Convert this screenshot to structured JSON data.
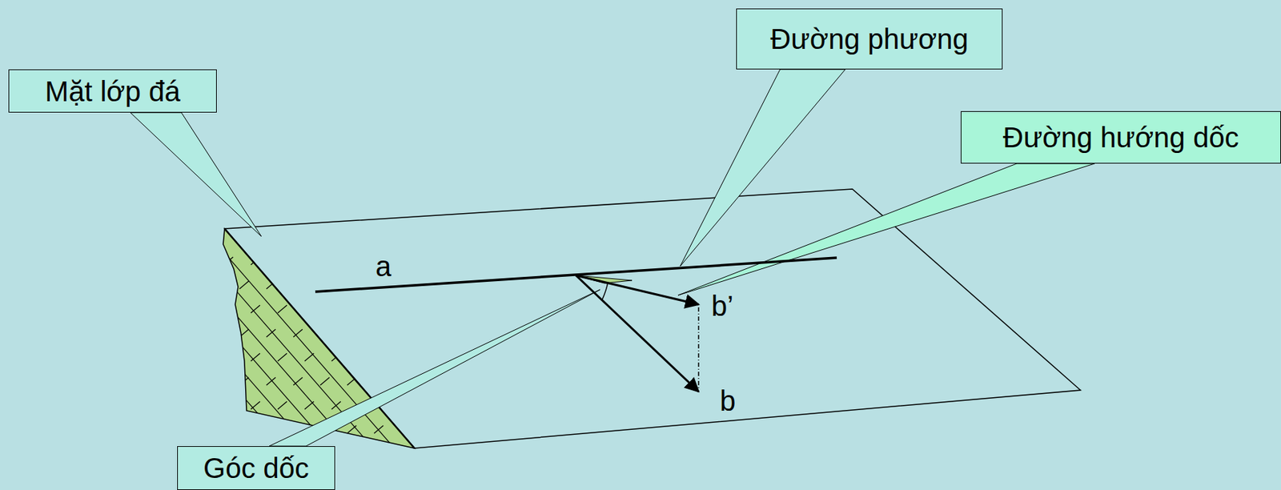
{
  "diagram": {
    "nodes": [
      {
        "text": [
          "Mặt lớp đá"
        ]
      },
      {
        "text": [
          "Đường phương"
        ]
      },
      {
        "text": [
          "Đường hướng dốc"
        ]
      },
      {
        "text": [
          "Góc dốc"
        ]
      }
    ],
    "labels": [
      "a",
      "b’",
      "b"
    ]
  }
}
